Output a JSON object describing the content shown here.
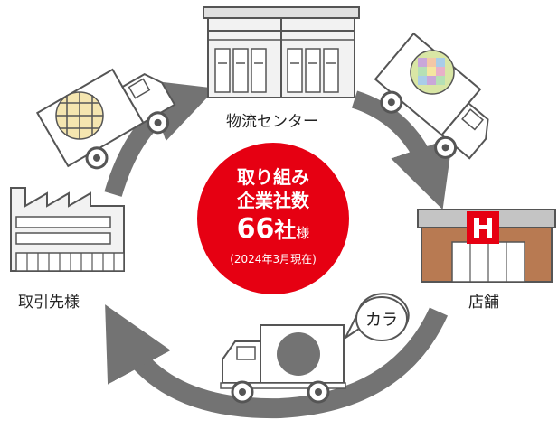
{
  "nodes": {
    "distribution_center": "物流センター",
    "store": "店舗",
    "supplier": "取引先様"
  },
  "center": {
    "line1": "取り組み",
    "line2": "企業社数",
    "count_number": "66",
    "count_unit": "社",
    "count_suffix": "様",
    "note": "(2024年3月現在)"
  },
  "speech_bubble": "カラ",
  "colors": {
    "badge": "#e60012",
    "arrow": "#737373",
    "store_logo": "#e60012",
    "store_wall": "#b87a52"
  }
}
